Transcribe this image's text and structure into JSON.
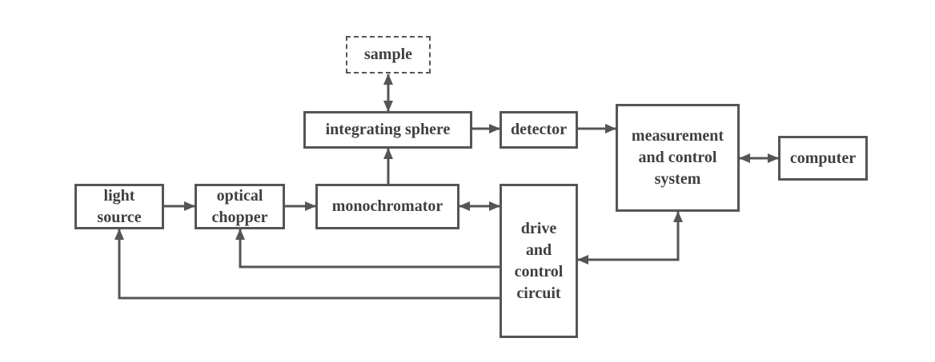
{
  "colors": {
    "stroke": "#555555",
    "text": "#3f3f3f",
    "background": "#ffffff"
  },
  "nodes": {
    "sample": "sample",
    "integrating_sphere": "integrating sphere",
    "detector": "detector",
    "measurement_control": "measurement\nand control\nsystem",
    "computer": "computer",
    "light_source": "light\nsource",
    "optical_chopper": "optical\nchopper",
    "monochromator": "monochromator",
    "drive_control": "drive\nand\ncontrol\ncircuit"
  }
}
